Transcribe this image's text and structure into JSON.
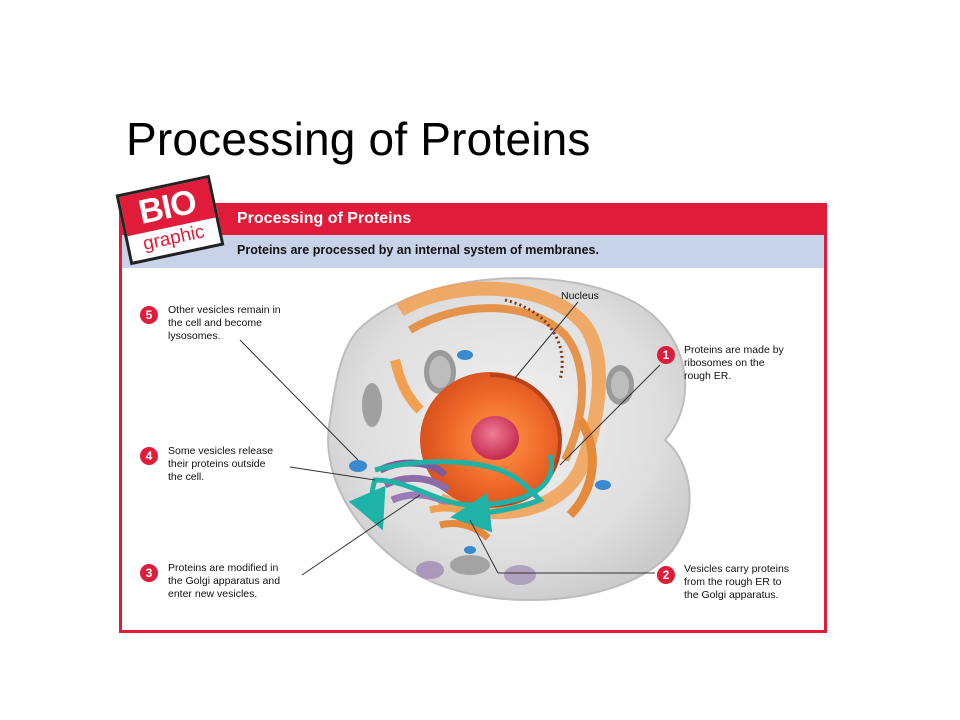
{
  "slide": {
    "title": "Processing of Proteins"
  },
  "logo": {
    "top": "BIO",
    "bottom": "graphic"
  },
  "header": {
    "title": "Processing of Proteins",
    "subtitle": "Proteins are processed by an internal system of membranes."
  },
  "diagram": {
    "nucleus_label": "Nucleus",
    "steps": [
      {
        "number": "1",
        "text": "Proteins are made by\nribosomes on the\nrough ER."
      },
      {
        "number": "2",
        "text": "Vesicles carry proteins\nfrom the rough ER to\nthe Golgi apparatus."
      },
      {
        "number": "3",
        "text": "Proteins are modified in\nthe Golgi apparatus and\nenter new vesicles."
      },
      {
        "number": "4",
        "text": "Some vesicles release\ntheir proteins outside\nthe cell."
      },
      {
        "number": "5",
        "text": "Other vesicles remain in\nthe cell and become\nlysosomes."
      }
    ]
  },
  "colors": {
    "accent_red": "#e01c3a",
    "subheader_blue": "#c8d3e9",
    "arrow_teal": "#1fb3a8",
    "nucleus_orange": "#f06a2a",
    "nucleolus_pink": "#d8365c"
  }
}
